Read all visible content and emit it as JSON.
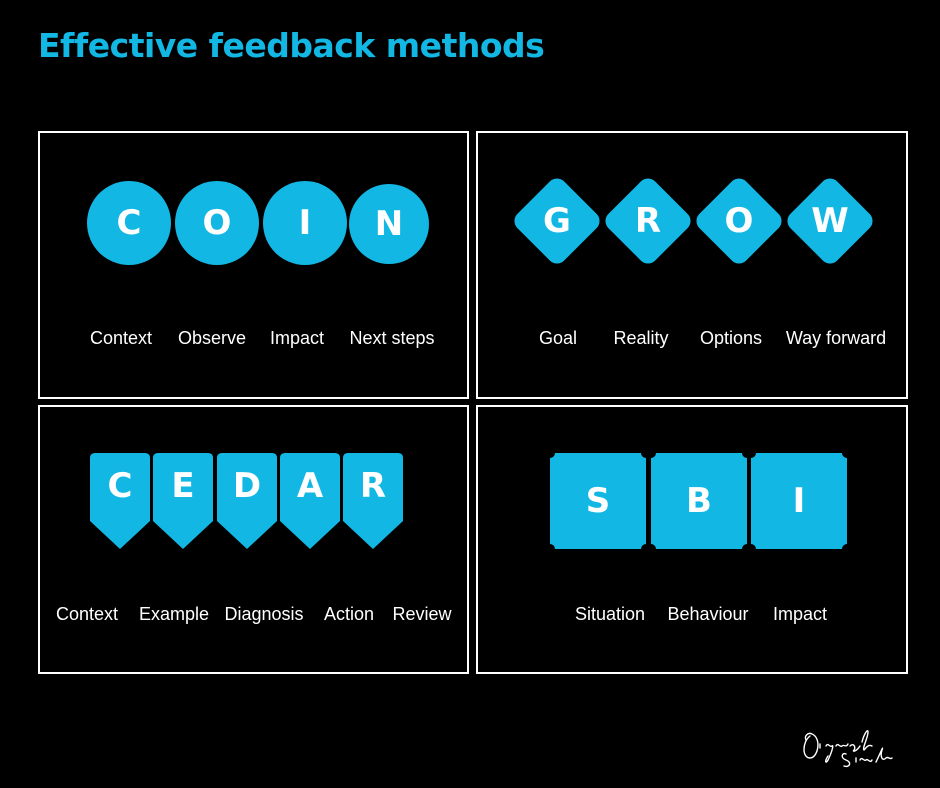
{
  "title": "Effective feedback methods",
  "accent_color": "#12b7e3",
  "models": {
    "coin": {
      "letters": [
        "C",
        "O",
        "I",
        "N"
      ],
      "labels": [
        "Context",
        "Observe",
        "Impact",
        "Next steps"
      ]
    },
    "grow": {
      "letters": [
        "G",
        "R",
        "O",
        "W"
      ],
      "labels": [
        "Goal",
        "Reality",
        "Options",
        "Way forward"
      ]
    },
    "cedar": {
      "letters": [
        "C",
        "E",
        "D",
        "A",
        "R"
      ],
      "labels": [
        "Context",
        "Example",
        "Diagnosis",
        "Action",
        "Review"
      ]
    },
    "sbi": {
      "letters": [
        "S",
        "B",
        "I"
      ],
      "labels": [
        "Situation",
        "Behaviour",
        "Impact"
      ]
    }
  },
  "signature": "Piyush Singh"
}
